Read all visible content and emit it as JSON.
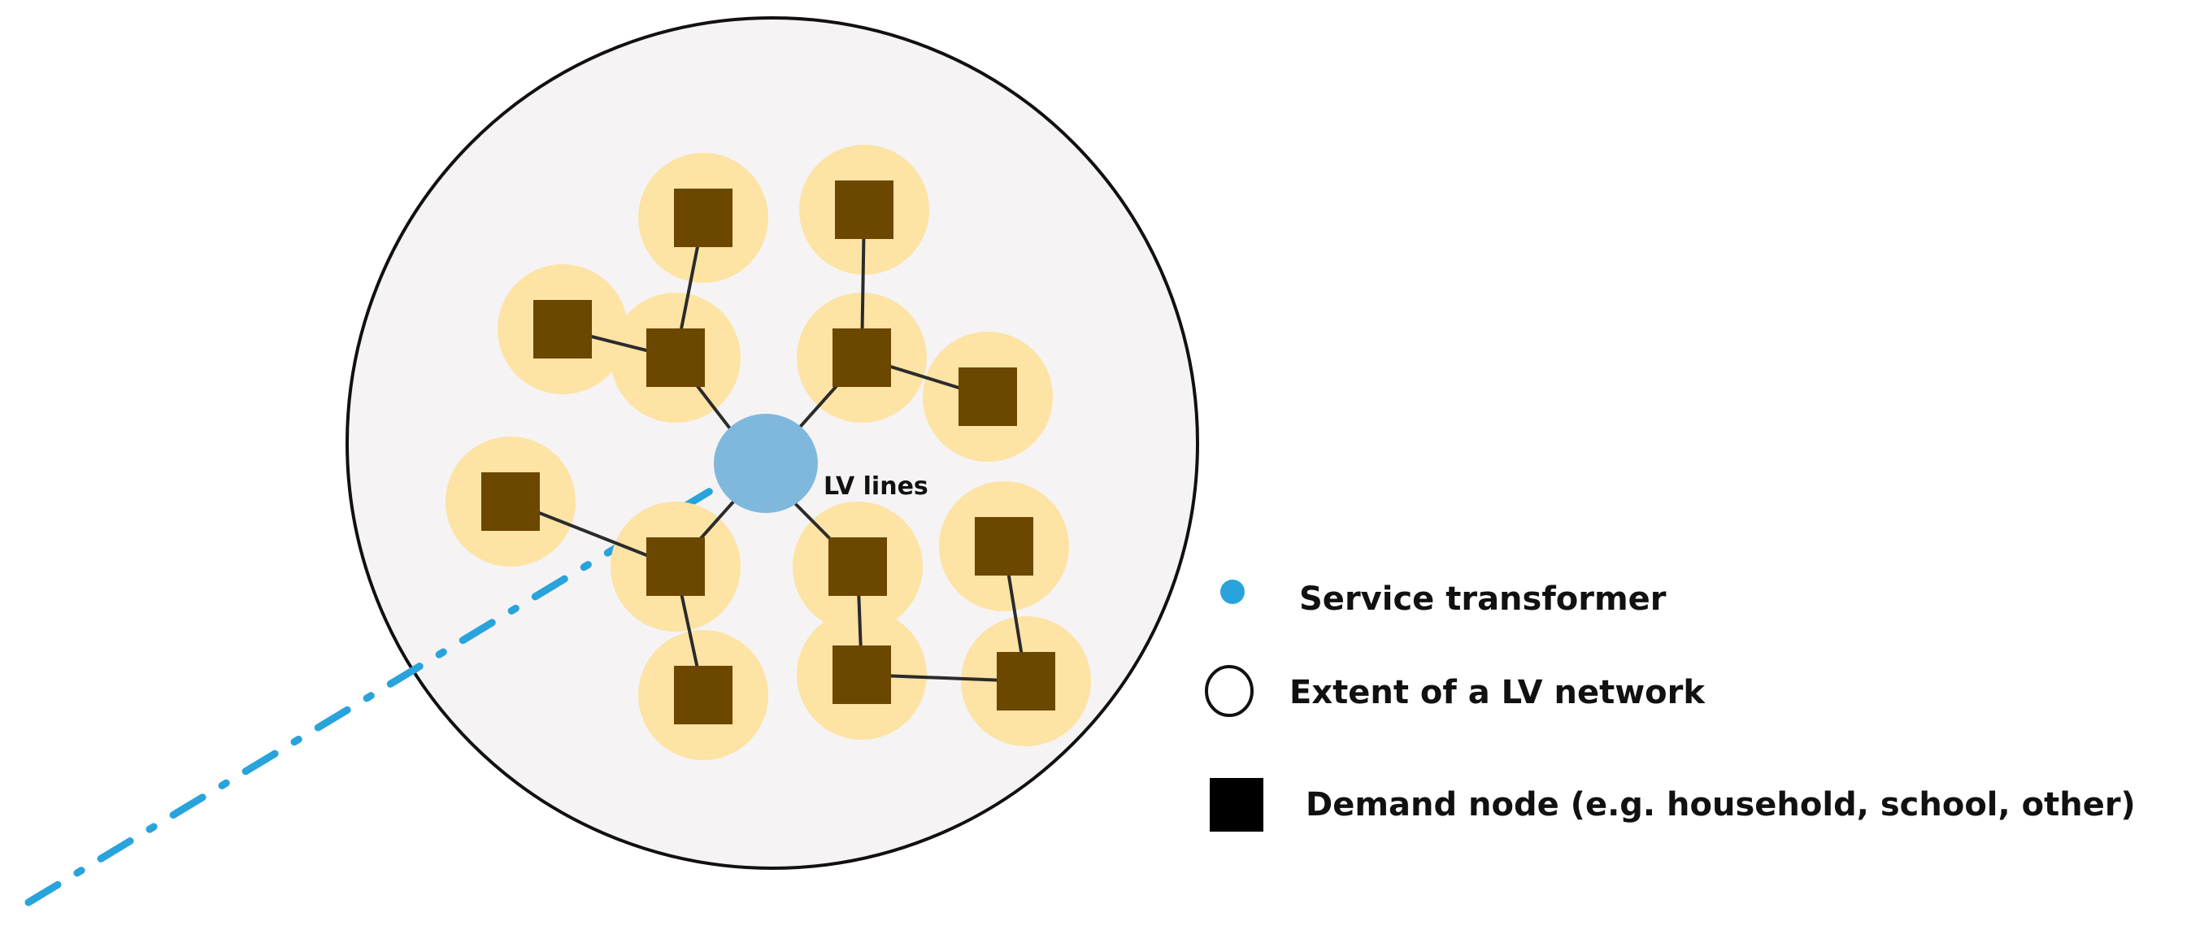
{
  "diagram": {
    "lv_lines_label": "LV lines"
  },
  "legend": {
    "items": [
      {
        "id": "service-transformer",
        "label": "Service transformer",
        "icon": "blue-dot-icon",
        "color": "#29a3dc"
      },
      {
        "id": "lv-network-extent",
        "label": "Extent of a LV network",
        "icon": "circle-outline-icon",
        "color": "#111111"
      },
      {
        "id": "demand-node",
        "label": "Demand node (e.g. household, school, other)",
        "icon": "black-square-icon",
        "color": "#000000"
      }
    ]
  },
  "colors": {
    "network_fill": "#f5f3f4",
    "network_outline": "#111111",
    "halo": "#fde3a4",
    "demand_node": "#6b4700",
    "transformer": "#7fb8dc",
    "mv_line": "#29a3dc",
    "lv_line": "#2b2b2b"
  }
}
